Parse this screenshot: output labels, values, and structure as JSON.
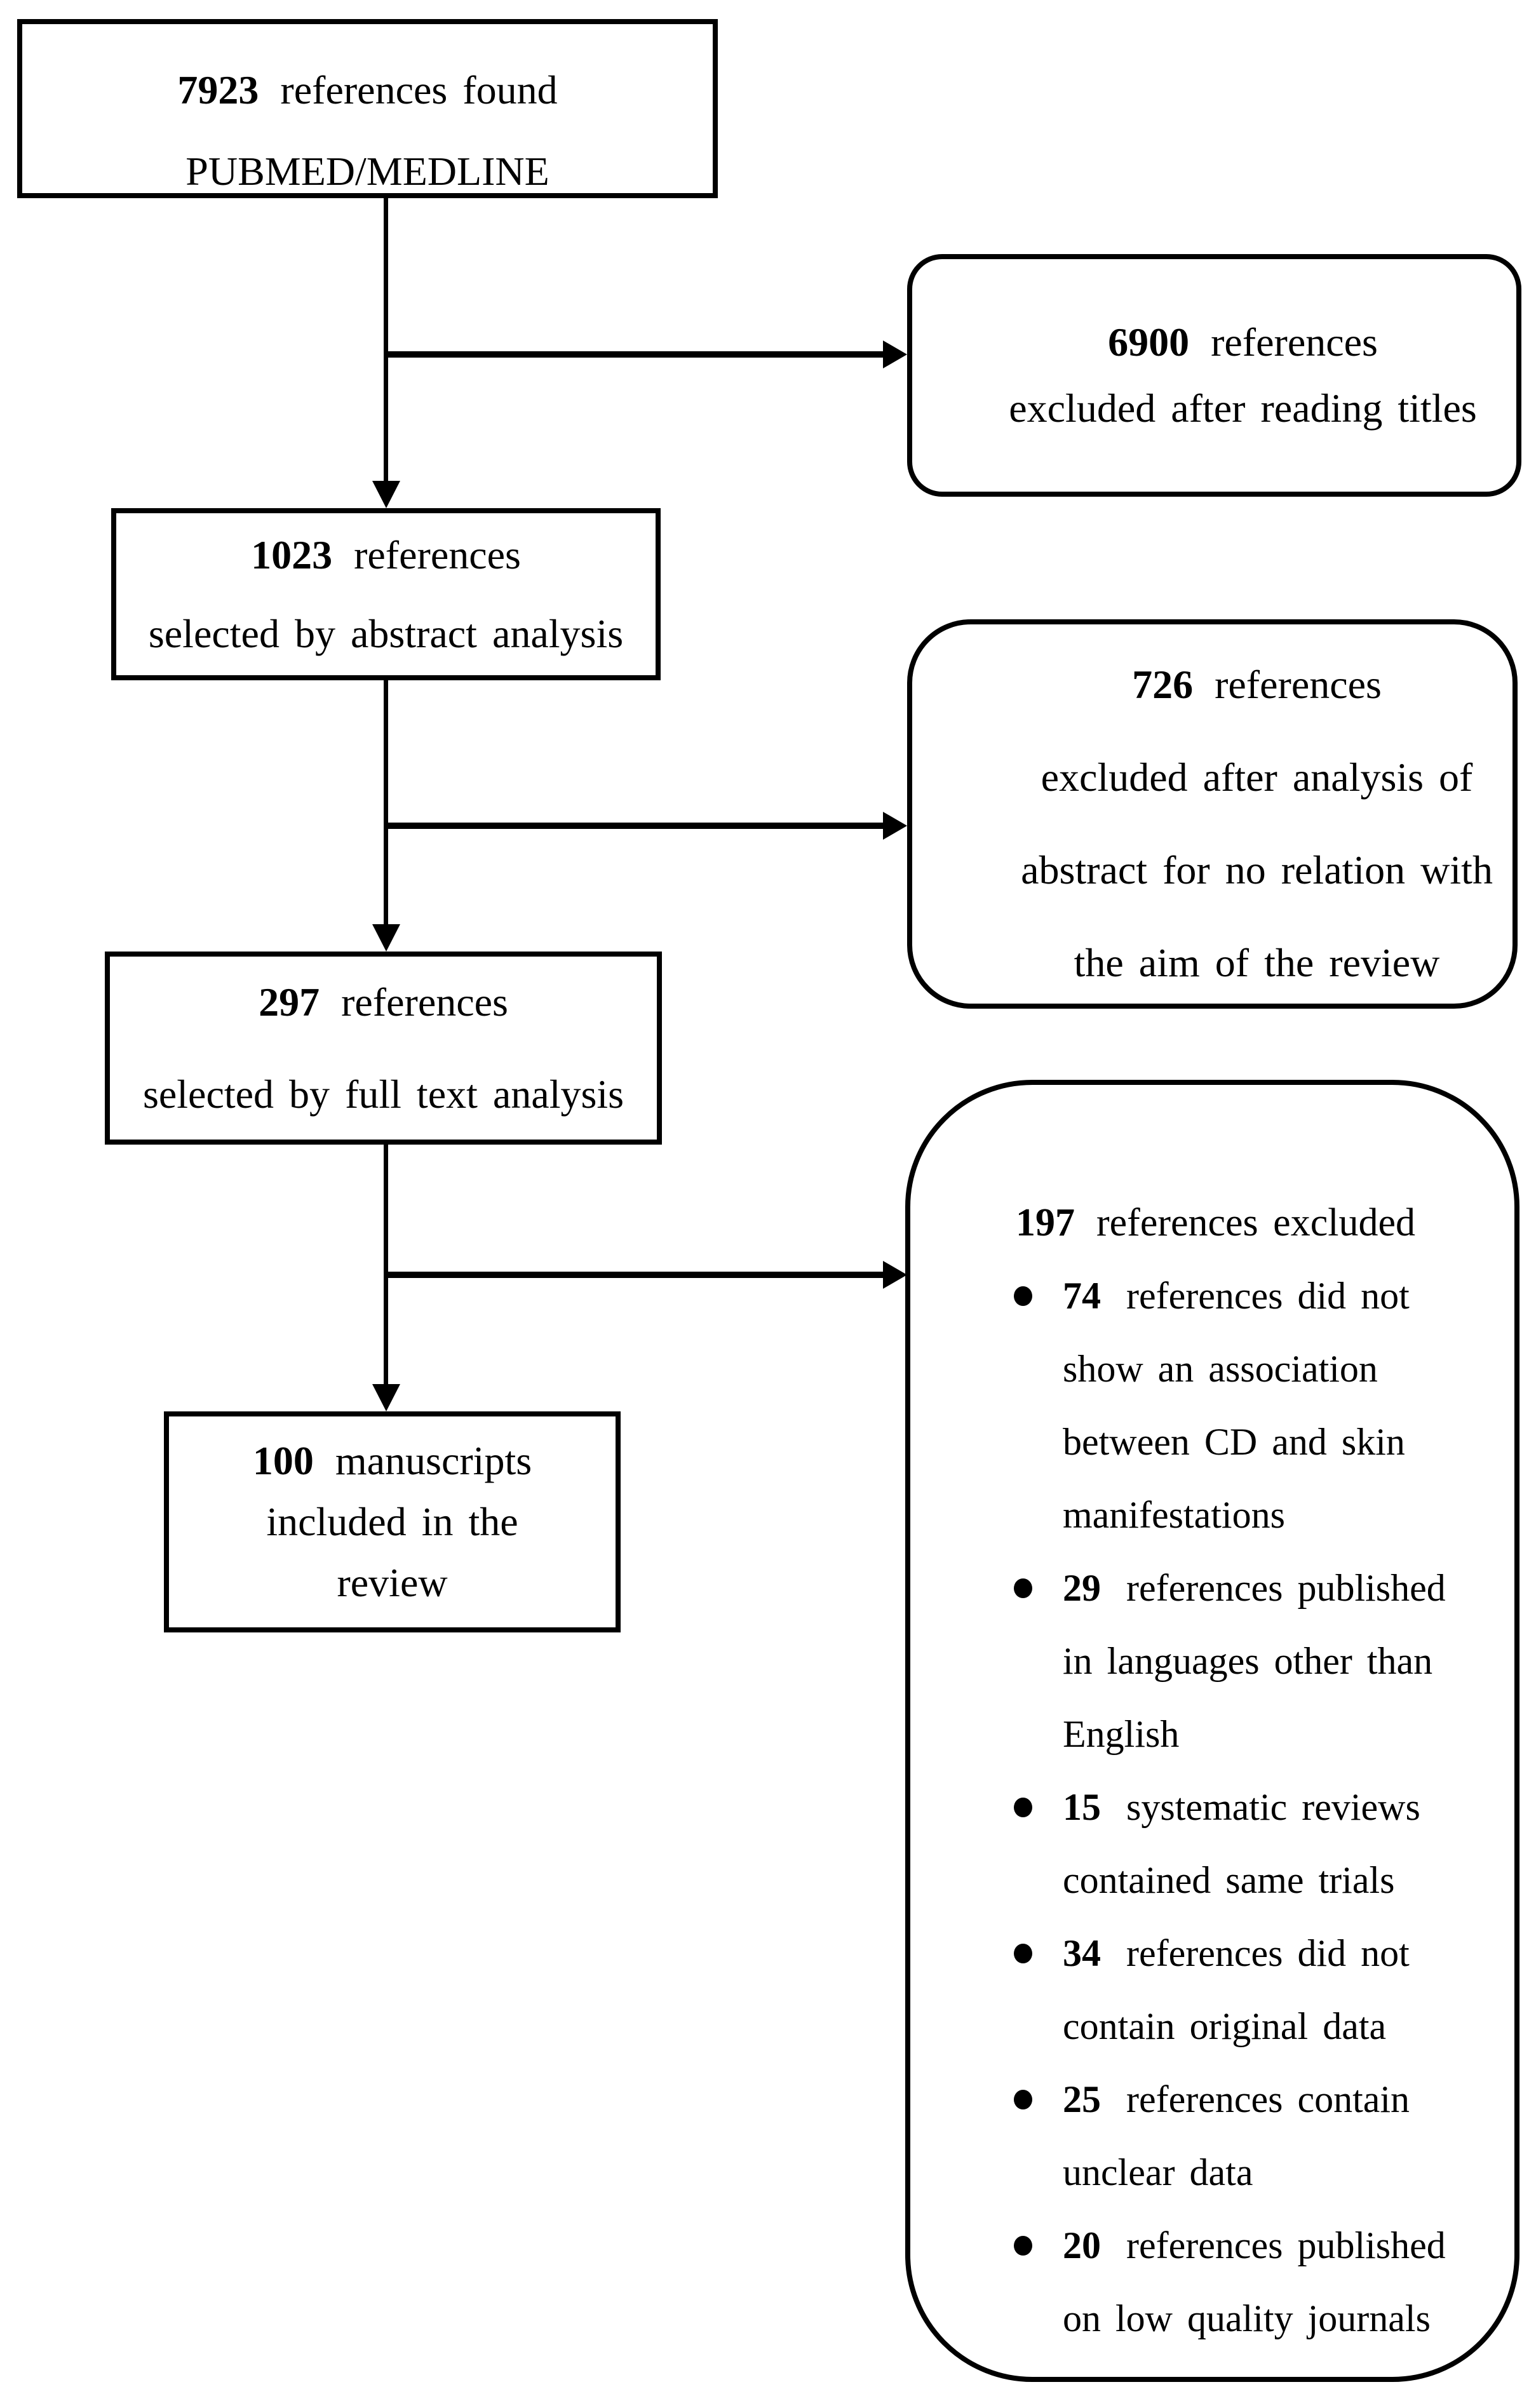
{
  "page": {
    "background": "#ffffff",
    "ink": "#000000"
  },
  "flow": {
    "found": {
      "number": "7923",
      "label": "references found",
      "source": "PUBMED/MEDLINE"
    },
    "abstract_selected": {
      "number": "1023",
      "label": "references",
      "method": "selected by abstract analysis"
    },
    "fulltext_selected": {
      "number": "297",
      "label": "references",
      "method": "selected by full text analysis"
    },
    "included": {
      "number": "100",
      "label": "manuscripts",
      "line2": "included in the",
      "line3": "review"
    },
    "excluded_titles": {
      "number": "6900",
      "label": "references",
      "reason": "excluded after reading titles"
    },
    "excluded_abstract": {
      "number": "726",
      "label": "references",
      "reason_lines": [
        "excluded after analysis of",
        "abstract for no relation with",
        "the aim of the review"
      ]
    },
    "excluded_fulltext": {
      "number": "197",
      "label": "references excluded",
      "reasons": [
        {
          "number": "74",
          "lines": [
            "references did not",
            "show an association",
            "between CD and skin",
            "manifestations"
          ]
        },
        {
          "number": "29",
          "lines": [
            "references published",
            "in languages other than",
            "English"
          ]
        },
        {
          "number": "15",
          "lines": [
            "systematic reviews",
            "contained same trials"
          ]
        },
        {
          "number": "34",
          "lines": [
            "references did not",
            "contain original data"
          ]
        },
        {
          "number": "25",
          "lines": [
            "references contain",
            "unclear data"
          ]
        },
        {
          "number": "20",
          "lines": [
            "references published",
            "on low quality journals"
          ]
        }
      ]
    }
  }
}
